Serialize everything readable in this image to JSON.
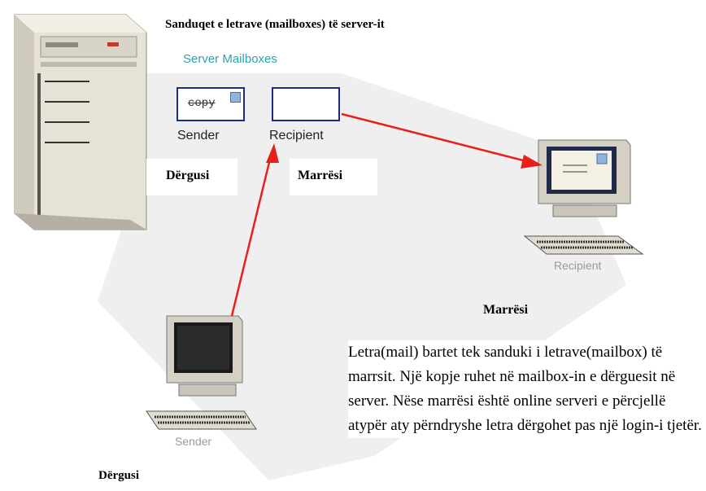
{
  "header": {
    "title": "Sanduqet e letrave (mailboxes) të server-it",
    "subtitle": "Server Mailboxes"
  },
  "mailboxes": {
    "sender_label": "Sender",
    "recipient_label": "Recipient",
    "copy_text": "copy"
  },
  "labels": {
    "sender_albanian": "Dërgusi",
    "recipient_albanian": "Marrësi",
    "recipient_pc": "Recipient",
    "sender_pc": "Sender",
    "recipient_albanian_bottom": "Marrësi",
    "sender_albanian_bottom": "Dërgusi"
  },
  "description": "Letra(mail) bartet tek sanduki i letrave(mailbox) të marrsit. Një kopje ruhet në mailbox-in e dërguesit në server. Nëse marrësi është online serveri e përcjellë atypër aty përndryshe letra dërgohet pas një login-i tjetër.",
  "colors": {
    "arrow": "#e8201a",
    "mailbox_border": "#1a2c8c",
    "subtitle": "#2aa3b0",
    "shading": "#efefef"
  },
  "icons": [
    "server-tower-icon",
    "desktop-computer-icon",
    "envelope-icon"
  ]
}
